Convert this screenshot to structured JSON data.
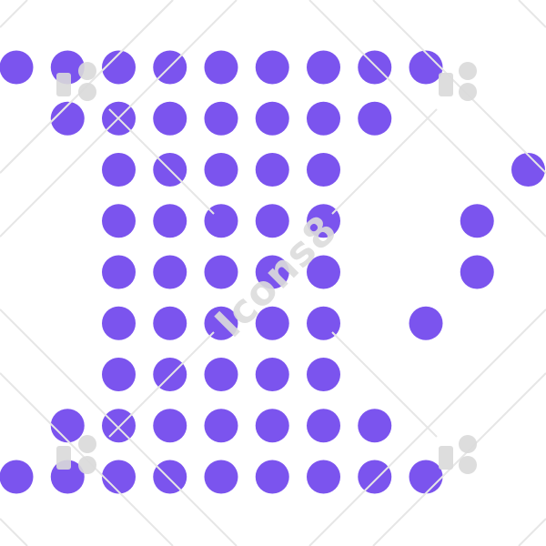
{
  "colors": {
    "dot": "#7b54ee",
    "background": "#ffffff"
  },
  "watermark": {
    "text": "Icons8"
  },
  "grid": {
    "rows": [
      [
        0,
        1,
        2,
        3,
        4,
        5,
        6,
        7,
        8
      ],
      [
        1,
        2,
        3,
        4,
        5,
        6,
        7
      ],
      [
        2,
        3,
        4,
        5,
        6,
        10
      ],
      [
        2,
        3,
        4,
        5,
        6,
        9
      ],
      [
        2,
        3,
        4,
        5,
        6,
        9
      ],
      [
        2,
        3,
        4,
        5,
        6,
        8
      ],
      [
        2,
        3,
        4,
        5,
        6
      ],
      [
        1,
        2,
        3,
        4,
        5,
        6,
        7
      ],
      [
        0,
        1,
        2,
        3,
        4,
        5,
        6,
        7,
        8
      ]
    ]
  }
}
